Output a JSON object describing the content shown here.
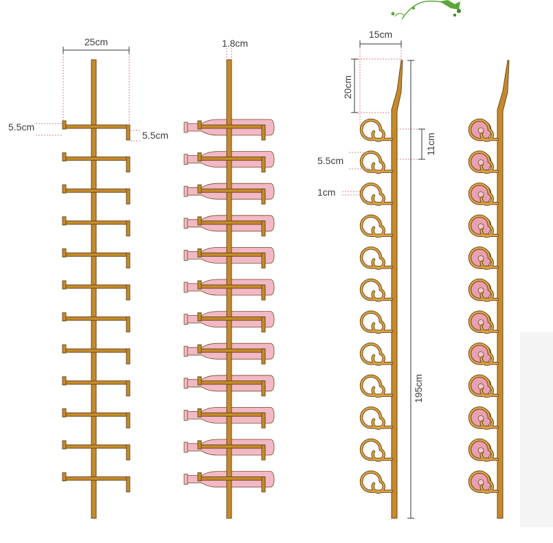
{
  "labels": {
    "front_width": "25cm",
    "front_hook_top": "5.5cm",
    "front_hook_right": "5.5cm",
    "rod_thickness": "1.8cm",
    "side_width": "15cm",
    "side_tip_height": "20cm",
    "side_spacing": "11cm",
    "ring_diameter": "5.5cm",
    "ring_wire": "1cm",
    "total_height": "195cm"
  },
  "colors": {
    "wood": "#c58a2c",
    "wood_outline": "#6b4a1e",
    "bottle": "#f3b8c6",
    "dimension_dash": "#d08080",
    "vine": "#5aa63a"
  },
  "rack": {
    "slot_count": 12
  },
  "icons": {
    "decor": "grape-vine-icon"
  }
}
